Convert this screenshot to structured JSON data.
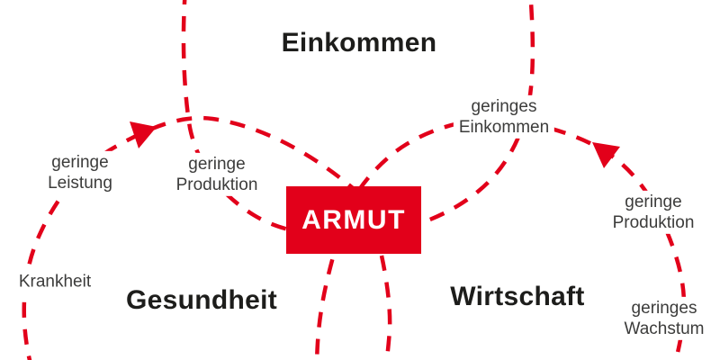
{
  "colors": {
    "red": "#e2001a",
    "heading": "#1d1d1b",
    "label": "#3c3c3b",
    "background": "#ffffff"
  },
  "center": {
    "label": "ARMUT"
  },
  "titles": {
    "einkommen": "Einkommen",
    "gesundheit": "Gesundheit",
    "wirtschaft": "Wirtschaft"
  },
  "labels": {
    "geringe_leistung": {
      "l1": "geringe",
      "l2": "Leistung"
    },
    "geringe_produktion_links": {
      "l1": "geringe",
      "l2": "Produktion"
    },
    "krankheit": {
      "l1": "Krankheit"
    },
    "geringes_einkommen": {
      "l1": "geringes",
      "l2": "Einkommen"
    },
    "geringe_produktion_rechts": {
      "l1": "geringe",
      "l2": "Produktion"
    },
    "geringes_wachstum": {
      "l1": "geringes",
      "l2": "Wachstum"
    }
  }
}
